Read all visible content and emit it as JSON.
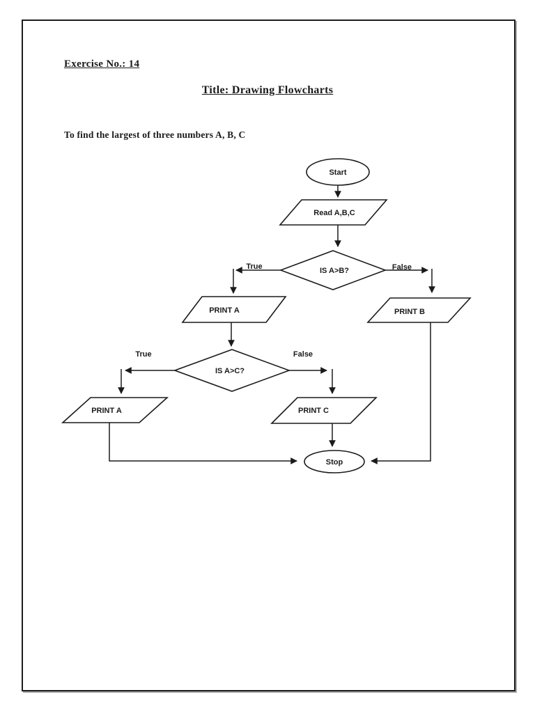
{
  "document": {
    "exercise_heading": "Exercise No.: 14",
    "title_heading": "Title: Drawing Flowcharts",
    "problem_statement": "To find the largest of three numbers A, B, C"
  },
  "flowchart": {
    "start": {
      "label": "Start"
    },
    "read": {
      "label": "Read A,B,C"
    },
    "decision1": {
      "label": "IS A>B?",
      "true_label": "True",
      "false_label": "False"
    },
    "print_a_first": {
      "label": "PRINT A"
    },
    "print_b": {
      "label": "PRINT B"
    },
    "decision2": {
      "label": "IS A>C?",
      "true_label": "True",
      "false_label": "False"
    },
    "print_a_second": {
      "label": "PRINT A"
    },
    "print_c": {
      "label": "PRINT C"
    },
    "stop": {
      "label": "Stop"
    }
  },
  "colors": {
    "ink": "#1a1a1a",
    "page_background": "#ffffff",
    "border": "#1c1c1c"
  }
}
